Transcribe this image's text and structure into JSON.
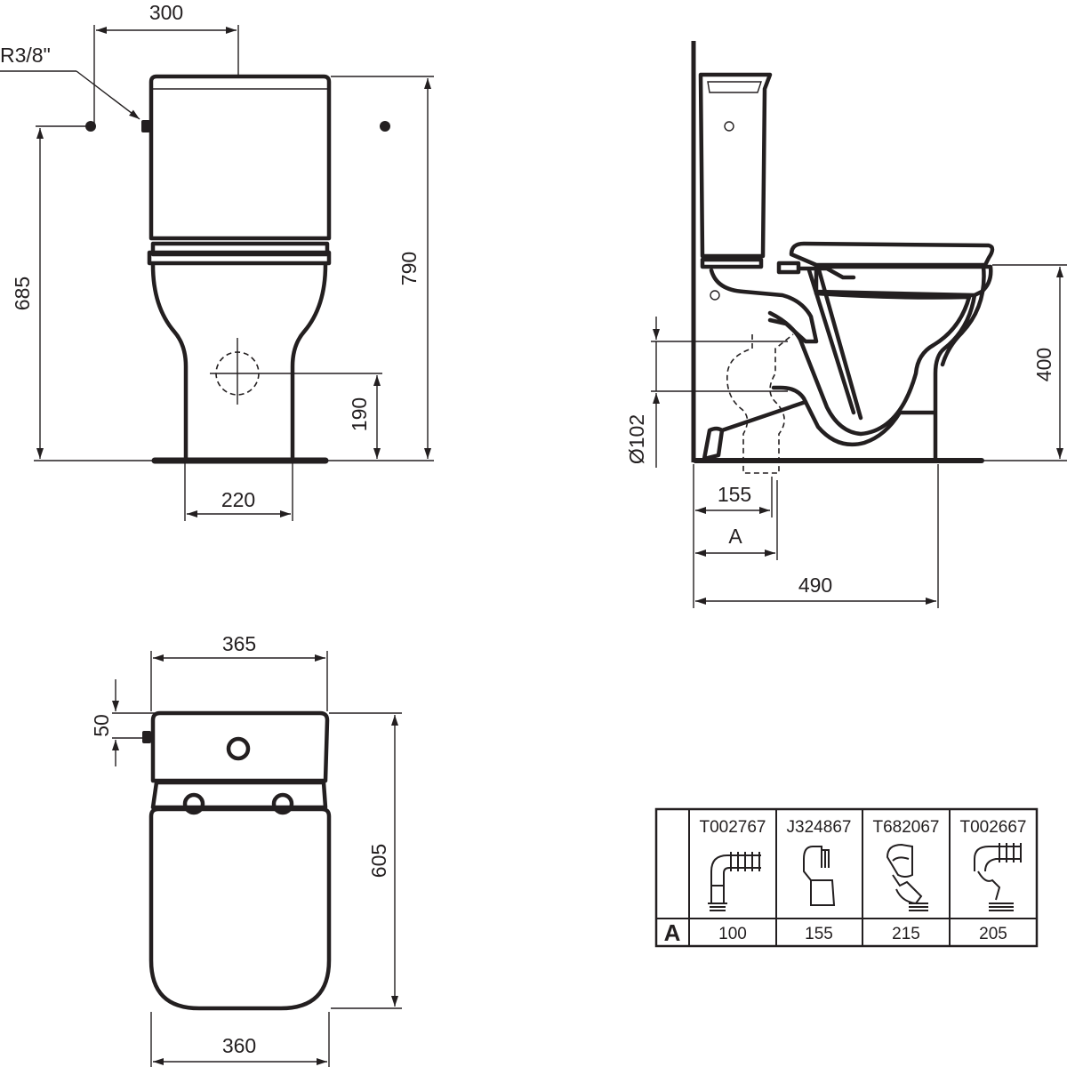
{
  "front_view": {
    "width_300": "300",
    "thread": "R3/8\"",
    "height_685": "685",
    "height_790": "790",
    "outlet_190": "190",
    "base_220": "220"
  },
  "side_view": {
    "diameter_102": "Ø102",
    "height_400": "400",
    "dist_155": "155",
    "dist_a": "A",
    "depth_490": "490"
  },
  "top_view": {
    "width_365": "365",
    "offset_50": "50",
    "length_605": "605",
    "width_360": "360"
  },
  "outlet_table": {
    "row_label": "A",
    "columns": [
      {
        "code": "T002767",
        "value": "100"
      },
      {
        "code": "J324867",
        "value": "155"
      },
      {
        "code": "T682067",
        "value": "215"
      },
      {
        "code": "T002667",
        "value": "205"
      }
    ]
  }
}
